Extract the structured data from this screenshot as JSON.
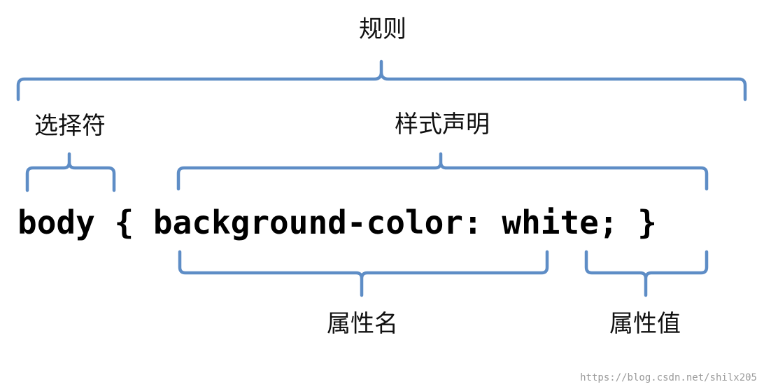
{
  "labels": {
    "rule": "规则",
    "selector": "选择符",
    "declaration": "样式声明",
    "property": "属性名",
    "value": "属性值"
  },
  "code": {
    "selector": "body",
    "open_brace": "{",
    "property": "background-color:",
    "value": "white;",
    "close_brace": "}"
  },
  "watermark": "https://blog.csdn.net/shilx205",
  "colors": {
    "bracket": "#5e8dc6",
    "text": "#000000"
  }
}
